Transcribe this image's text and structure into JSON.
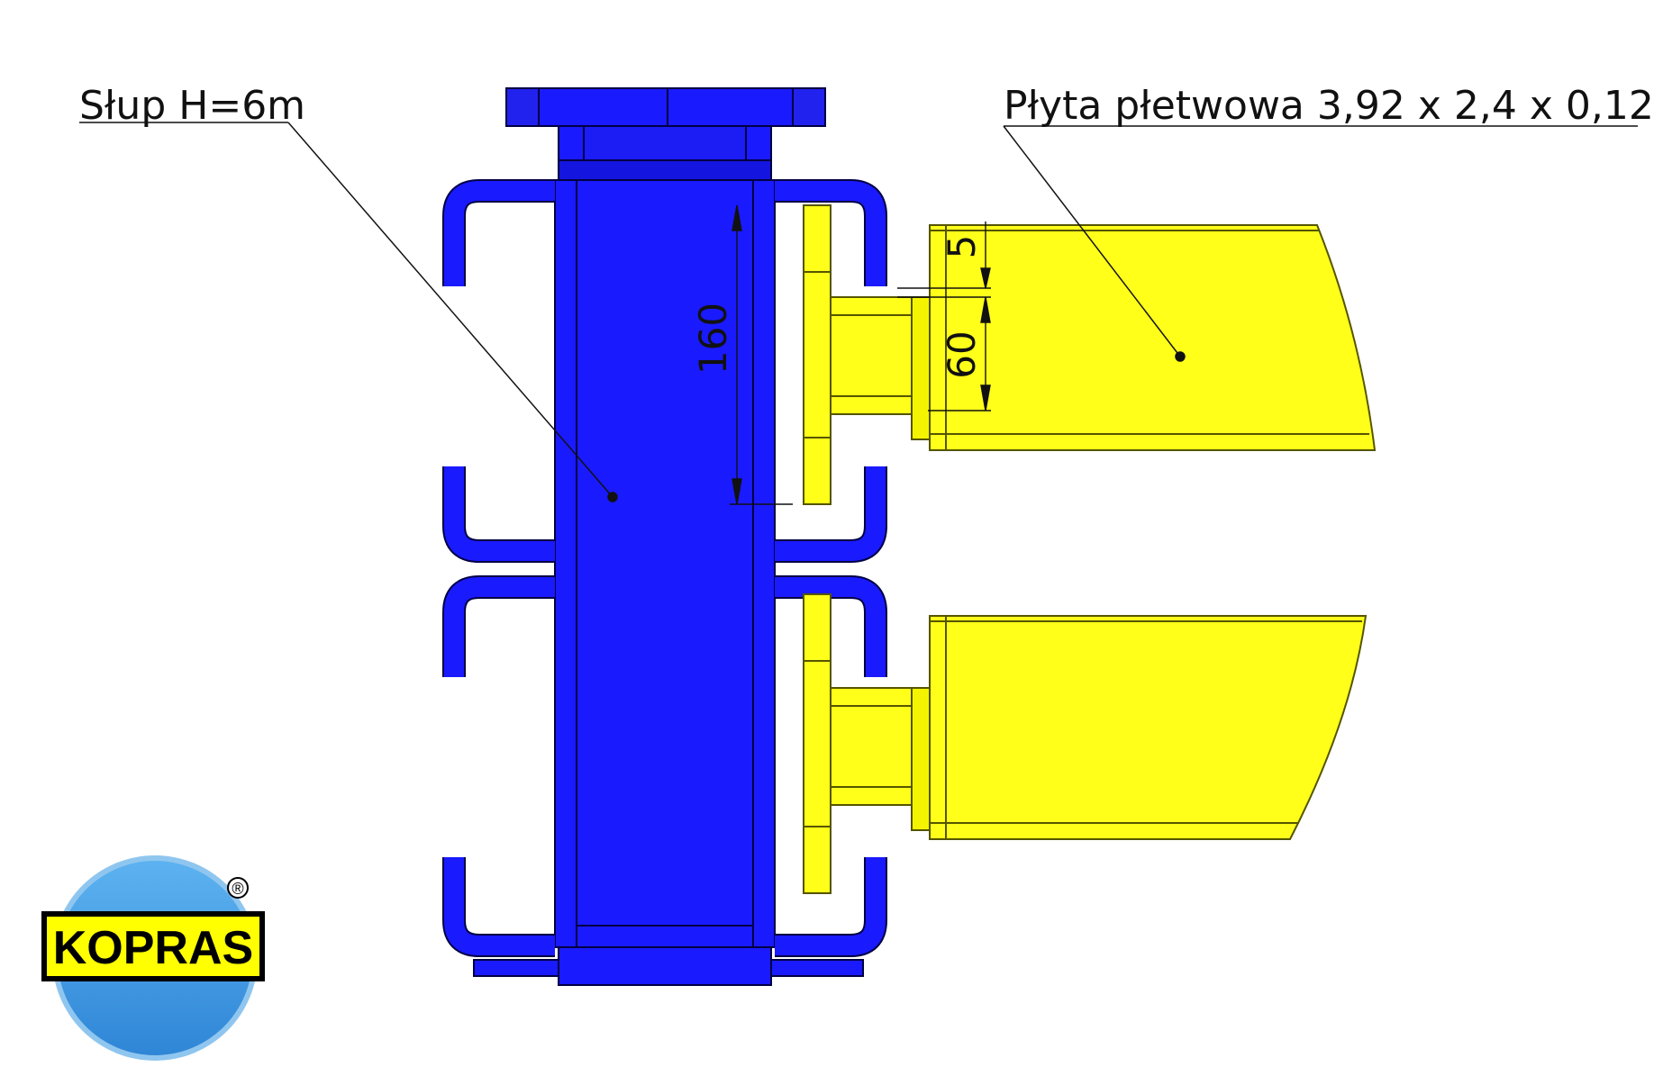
{
  "callouts": {
    "column": "Słup H=6m",
    "plate": "Płyta płetwowa 3,92 x 2,4 x 0,12"
  },
  "dimensions": {
    "height_total": "160",
    "top_offset": "5",
    "bracket_height": "60"
  },
  "logo": {
    "name": "KOPRAS",
    "registered_mark": "®"
  },
  "colors": {
    "column_blue": "#1a1aff",
    "column_blue_dark": "#0f0fc8",
    "plate_yellow": "#ffff1a",
    "plate_yellow_dark": "#d6d600",
    "logo_blue": "#3d97e0",
    "logo_yellow": "#ffff00"
  }
}
